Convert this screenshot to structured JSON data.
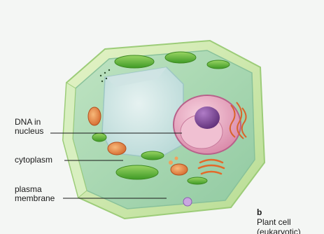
{
  "labels": {
    "dna_in_nucleus": "DNA in\nnucleus",
    "cytoplasm": "cytoplasm",
    "plasma_membrane": "plasma\nmembrane"
  },
  "caption": {
    "letter": "b",
    "text": "Plant cell\n(eukaryotic)"
  },
  "colors": {
    "cell_wall": "#cfe9a8",
    "cytoplasm": "#a9d8b2",
    "vacuole": "#cfe6e8",
    "nucleus": "#e7a6bf",
    "nucleolus": "#7b3e8c",
    "chloroplast": "#6cbf3a",
    "mitochondria": "#e8893b",
    "golgi": "#e36a2a"
  }
}
